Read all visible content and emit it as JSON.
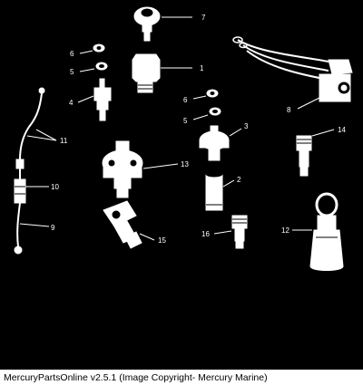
{
  "callouts": [
    "1",
    "2",
    "3",
    "4",
    "5",
    "6",
    "7",
    "8",
    "9",
    "10",
    "11",
    "12",
    "13",
    "14",
    "15",
    "16",
    "5",
    "6"
  ],
  "footer": {
    "text": "MercuryPartsOnline v2.5.1 (Image Copyright- Mercury Marine)"
  },
  "colors": {
    "background": "#000000",
    "parts": "#ffffff",
    "footer_bg": "#ffffff",
    "footer_text": "#000000"
  }
}
